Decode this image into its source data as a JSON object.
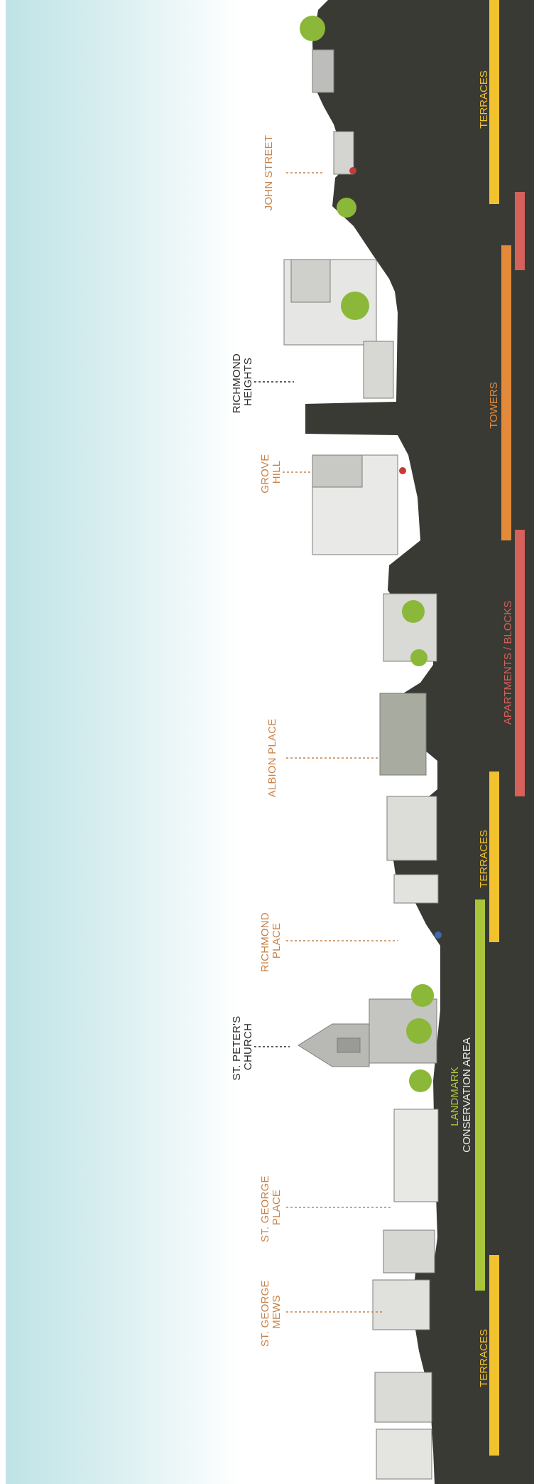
{
  "colors": {
    "ground": "#3a3a35",
    "sky_top": "#bfe3e6",
    "terraces": "#f2c12e",
    "towers": "#e38a3a",
    "apartments": "#d6605a",
    "conservation": "#a9c63b",
    "label_orange": "#c9834a",
    "label_dark": "#2b2b28"
  },
  "labels": [
    {
      "id": "john-street",
      "lines": [
        "JOHN STREET"
      ],
      "tone": "orange"
    },
    {
      "id": "richmond-heights",
      "lines": [
        "RICHMOND",
        "HEIGHTS"
      ],
      "tone": "dark"
    },
    {
      "id": "grove-hill",
      "lines": [
        "GROVE",
        "HILL"
      ],
      "tone": "orange"
    },
    {
      "id": "albion-place",
      "lines": [
        "ALBION PLACE"
      ],
      "tone": "orange"
    },
    {
      "id": "richmond-place",
      "lines": [
        "RICHMOND",
        "PLACE"
      ],
      "tone": "orange"
    },
    {
      "id": "st-peters-church",
      "lines": [
        "ST. PETER'S",
        "CHURCH"
      ],
      "tone": "dark"
    },
    {
      "id": "st-george-place",
      "lines": [
        "ST. GEORGE",
        "PLACE"
      ],
      "tone": "orange"
    },
    {
      "id": "st-george-mews",
      "lines": [
        "ST. GEORGE",
        "MEWS"
      ],
      "tone": "orange"
    }
  ],
  "bands": [
    {
      "id": "terraces-top",
      "text": [
        "TERRACES"
      ],
      "color": "terraces"
    },
    {
      "id": "towers",
      "text": [
        "TOWERS"
      ],
      "color": "towers"
    },
    {
      "id": "apartments",
      "text": [
        "APARTMENTS / BLOCKS"
      ],
      "color": "apartments"
    },
    {
      "id": "terraces-mid",
      "text": [
        "TERRACES"
      ],
      "color": "terraces"
    },
    {
      "id": "conservation",
      "text": [
        "LANDMARK",
        "CONSERVATION AREA"
      ],
      "color": "conservation"
    },
    {
      "id": "terraces-bottom",
      "text": [
        "TERRACES"
      ],
      "color": "terraces"
    }
  ]
}
